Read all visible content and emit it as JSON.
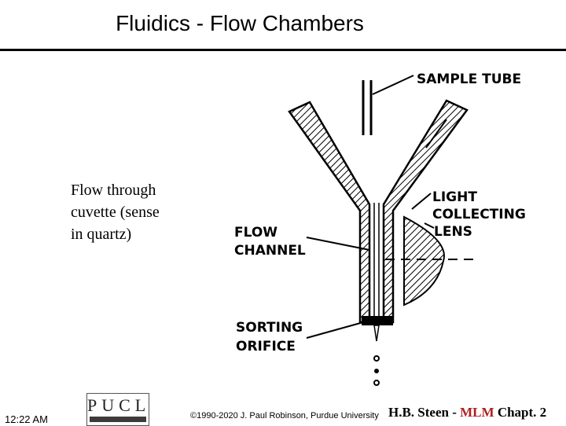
{
  "slide": {
    "title": "Fluidics - Flow Chambers"
  },
  "caption": {
    "lines": [
      "Flow through",
      "cuvette (sense",
      "in quartz)"
    ]
  },
  "diagram": {
    "labels": {
      "sample_tube": "SAMPLE TUBE",
      "light_collecting": "LIGHT",
      "light_collecting_2": "COLLECTING",
      "light_collecting_3": "LENS",
      "flow_channel": "FLOW",
      "flow_channel_2": "CHANNEL",
      "sorting_orifice": "SORTING",
      "sorting_orifice_2": "ORIFICE"
    }
  },
  "footer": {
    "time": "12:22 AM",
    "logo_text": "PUCL",
    "copyright": "©1990-2020 J. Paul Robinson, Purdue University",
    "credit_prefix": "H.B. Steen - ",
    "credit_mlm": "MLM",
    "credit_suffix": " Chapt. 2"
  }
}
